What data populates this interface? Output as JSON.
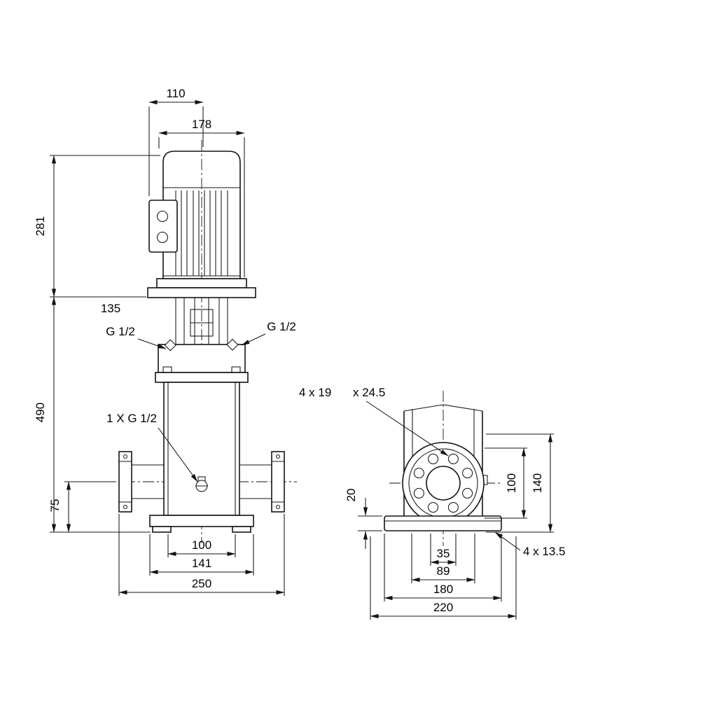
{
  "front_view": {
    "d110": "110",
    "d178": "178",
    "d281": "281",
    "d135": "135",
    "d490": "490",
    "d75": "75",
    "d100": "100",
    "d141": "141",
    "d250": "250",
    "g_left": "G 1/2",
    "g_right": "G 1/2",
    "drain": "1 X G 1/2"
  },
  "side_view": {
    "holes": "4 x 19",
    "cbore": "x 24.5",
    "d20": "20",
    "d100": "100",
    "d140": "140",
    "d35": "35",
    "d89": "89",
    "d180": "180",
    "d220": "220",
    "base_holes": "4 x 13.5"
  }
}
